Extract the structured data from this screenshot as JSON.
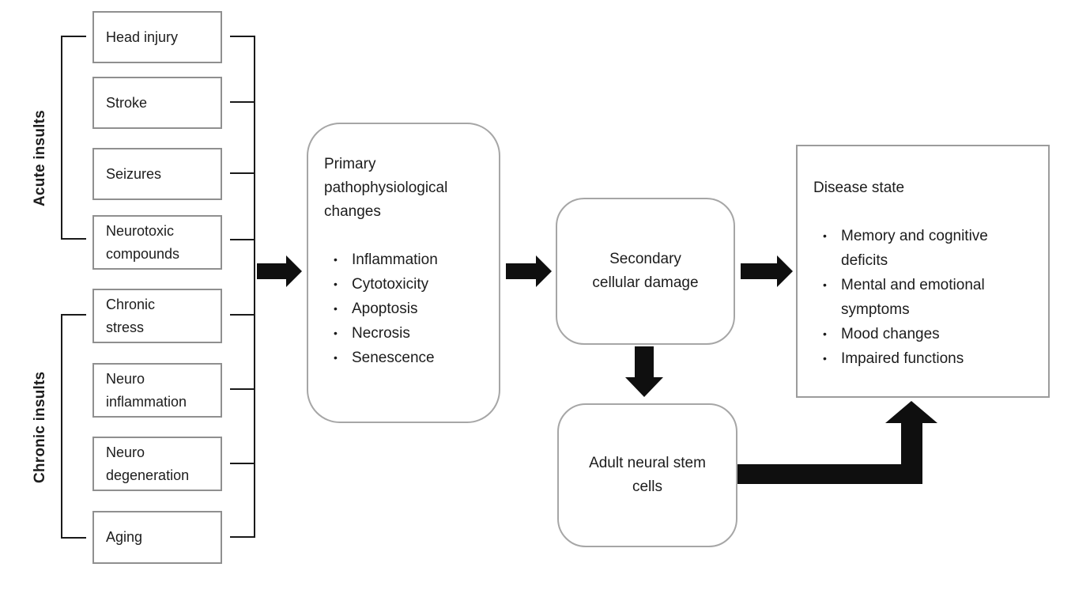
{
  "bullet": "•",
  "groups": [
    {
      "label": "Acute insults",
      "items": [
        "Head injury",
        "Stroke",
        "Seizures",
        "Neurotoxic compounds"
      ]
    },
    {
      "label": "Chronic insults",
      "items": [
        "Chronic stress",
        "Neuro inflammation",
        "Neuro degeneration",
        "Aging"
      ]
    }
  ],
  "primary_box": {
    "title": "Primary pathophysiological changes",
    "bullets": [
      "Inflammation",
      "Cytotoxicity",
      "Apoptosis",
      "Necrosis",
      "Senescence"
    ]
  },
  "secondary_box": {
    "label": "Secondary cellular damage"
  },
  "stem_box": {
    "label": "Adult neural stem cells"
  },
  "disease_box": {
    "title": "Disease state",
    "bullets": [
      "Memory and cognitive deficits",
      "Mental and emotional symptoms",
      "Mood changes",
      "Impaired functions"
    ]
  },
  "colors": {
    "background": "#ffffff",
    "box_border": "#8f8f8f",
    "rounded_box_border": "#a6a6a6",
    "connector_line": "#1a1a1a",
    "arrow": "#0f0f0f",
    "text": "#1c1c1c"
  }
}
